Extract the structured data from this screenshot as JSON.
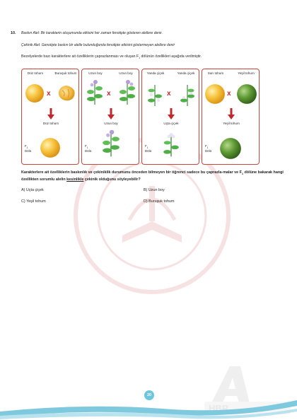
{
  "question": {
    "number": "10.",
    "def_dominant": "Baskın Alel: Bir karakterin oluşumunda etkisini her zaman fenotipte gösteren alellere denir.",
    "def_recessive": "Çekinik Alel: Genotipte baskın bir alelle bulunduğunda fenotipte etkisini göstermeyen alellere denir",
    "intro_before": "Bezelyelerde bazı karakterlere ait özelliklerin çaprazlanması ve oluşan F",
    "intro_sub": "1",
    "intro_after": " dölünün özellikleri aşağıda verilmiştir.",
    "stem_part1": "Karakterlere ait özelliklerin baskınlık ve çekiniklik durumunu önceden bilmeyen bir öğrenci sadece bu çaprazla-malar ve F",
    "stem_sub": "1",
    "stem_part2": " dölüne bakarak hangi özellikten sorumlu alelin ",
    "stem_emph": "kesinlikle",
    "stem_part3": " çekinik olduğunu söyleyebilir?"
  },
  "crosses": [
    {
      "left_label": "Düz tohum",
      "right_label": "Buruşuk tohum",
      "result_label": "Düz tohum",
      "f1_letter": "F",
      "f1_sub": "1",
      "f1_word": "Dölü"
    },
    {
      "left_label": "Uzun boy",
      "right_label": "Uzun boy",
      "result_label": "Uzun boy",
      "f1_letter": "F",
      "f1_sub": "1",
      "f1_word": "Dölü"
    },
    {
      "left_label": "Yanda çiçek",
      "right_label": "Yanda çiçek",
      "result_label": "Uçta çiçek",
      "f1_letter": "F",
      "f1_sub": "1",
      "f1_word": "Dölü"
    },
    {
      "left_label": "Sarı tohum",
      "right_label": "Yeşil tohum",
      "result_label": "Yeşil tohum",
      "f1_letter": "F",
      "f1_sub": "1",
      "f1_word": "Dölü"
    }
  ],
  "cross_symbol": "x",
  "options": {
    "A": "A) Uçta çiçek",
    "B": "B) Uzun boy",
    "C": "C) Yeşil tohum",
    "D": "D) Buruşuk tohum"
  },
  "page_number": "20",
  "colors": {
    "panel_border": "#c9443c",
    "arrow": "#c0282c",
    "page_badge": "#6cc6dd",
    "leaf": "#3fa14a",
    "flower": "#b79bd4",
    "seed_yellow": "#f3b632",
    "seed_green": "#4d7d2a"
  }
}
